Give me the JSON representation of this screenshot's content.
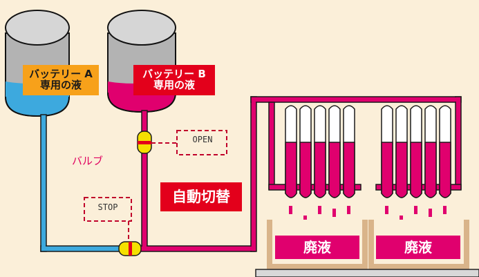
{
  "labels": {
    "battery_a_line1": "バッテリー A",
    "battery_a_line2": "専用の液",
    "battery_b_line1": "バッテリー B",
    "battery_b_line2": "専用の液",
    "valve": "バルブ",
    "open": "OPEN",
    "stop": "STOP",
    "auto_switch": "自動切替",
    "waste_left": "廃液",
    "waste_right": "廃液"
  },
  "colors": {
    "background": "#FBEFD9",
    "liquid_a": "#3DA9DE",
    "liquid_b": "#E0006E",
    "valve": "#F5E000",
    "valve_bar": "#E3001B",
    "label_a_bg": "#F7A11A",
    "label_b_bg": "#E3001B",
    "waste_tray": "#D9B48A",
    "dashed": "#C0002A"
  }
}
